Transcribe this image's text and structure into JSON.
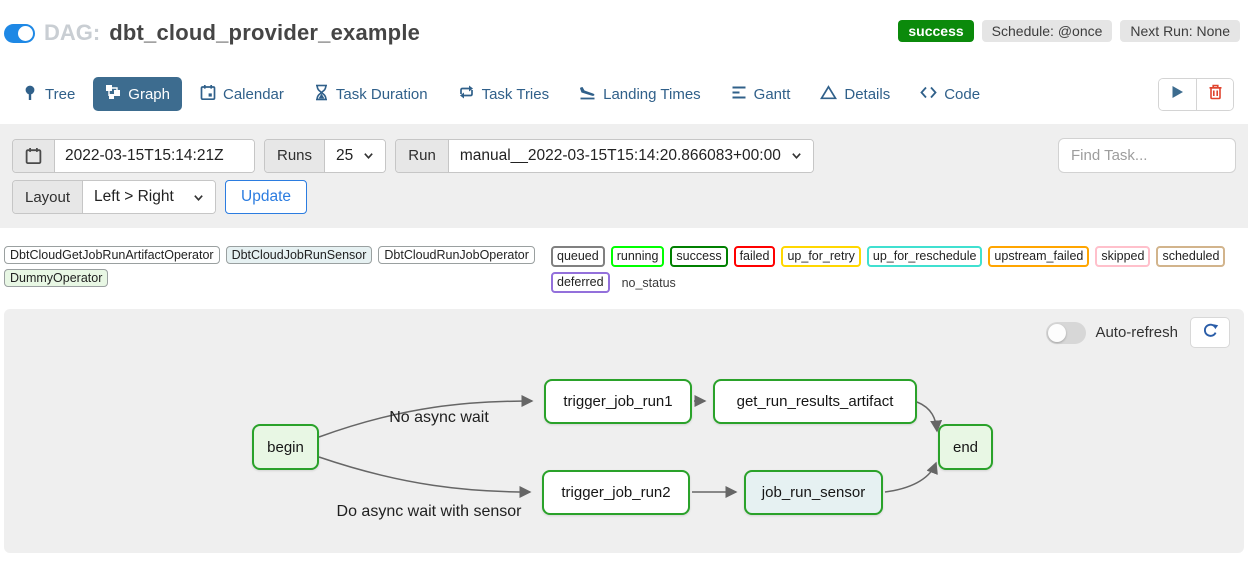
{
  "header": {
    "dag_prefix": "DAG:",
    "dag_title": "dbt_cloud_provider_example",
    "status_badge": "success",
    "schedule_badge": "Schedule: @once",
    "next_run_badge": "Next Run: None"
  },
  "tabs": {
    "items": [
      {
        "label": "Tree",
        "icon": "tree-icon",
        "selected": false
      },
      {
        "label": "Graph",
        "icon": "graph-icon",
        "selected": true
      },
      {
        "label": "Calendar",
        "icon": "calendar-icon",
        "selected": false
      },
      {
        "label": "Task Duration",
        "icon": "hourglass-icon",
        "selected": false
      },
      {
        "label": "Task Tries",
        "icon": "repeat-icon",
        "selected": false
      },
      {
        "label": "Landing Times",
        "icon": "plane-landing-icon",
        "selected": false
      },
      {
        "label": "Gantt",
        "icon": "gantt-bars-icon",
        "selected": false
      },
      {
        "label": "Details",
        "icon": "triangle-icon",
        "selected": false
      },
      {
        "label": "Code",
        "icon": "code-icon",
        "selected": false
      }
    ]
  },
  "filters": {
    "base_date_value": "2022-03-15T15:14:21Z",
    "runs_label": "Runs",
    "runs_value": "25",
    "run_label": "Run",
    "run_value": "manual__2022-03-15T15:14:20.866083+00:00",
    "find_task_placeholder": "Find Task...",
    "layout_label": "Layout",
    "layout_value": "Left > Right",
    "update_label": "Update"
  },
  "legend": {
    "operators": [
      {
        "label": "DbtCloudGetJobRunArtifactOperator",
        "bg": "#ffffff"
      },
      {
        "label": "DbtCloudJobRunSensor",
        "bg": "#e6f1f2"
      },
      {
        "label": "DbtCloudRunJobOperator",
        "bg": "#ffffff"
      },
      {
        "label": "DummyOperator",
        "bg": "#e8f7e4"
      }
    ],
    "statuses": [
      {
        "label": "queued",
        "color": "#808080"
      },
      {
        "label": "running",
        "color": "#00ff00"
      },
      {
        "label": "success",
        "color": "#008000"
      },
      {
        "label": "failed",
        "color": "#ff0000"
      },
      {
        "label": "up_for_retry",
        "color": "#ffd700"
      },
      {
        "label": "up_for_reschedule",
        "color": "#40e0d0"
      },
      {
        "label": "upstream_failed",
        "color": "#ffa500"
      },
      {
        "label": "skipped",
        "color": "#ffc0cb"
      },
      {
        "label": "scheduled",
        "color": "#d2b48c"
      },
      {
        "label": "deferred",
        "color": "#9370db"
      }
    ],
    "no_status_label": "no_status"
  },
  "graph": {
    "auto_refresh_label": "Auto-refresh",
    "nodes": [
      {
        "label": "begin",
        "fill": "#e8f7e4",
        "stroke": "#2aa22a"
      },
      {
        "label": "trigger_job_run1",
        "fill": "#ffffff",
        "stroke": "#2aa22a"
      },
      {
        "label": "get_run_results_artifact",
        "fill": "#ffffff",
        "stroke": "#2aa22a"
      },
      {
        "label": "trigger_job_run2",
        "fill": "#ffffff",
        "stroke": "#2aa22a"
      },
      {
        "label": "job_run_sensor",
        "fill": "#e6f1f2",
        "stroke": "#2aa22a"
      },
      {
        "label": "end",
        "fill": "#e8f7e4",
        "stroke": "#2aa22a"
      }
    ],
    "edge_labels": [
      {
        "label": "No async wait"
      },
      {
        "label": "Do async wait with sensor"
      }
    ]
  },
  "colors": {
    "tab_active_bg": "#3d6c8f",
    "success_badge_bg": "#0b8a0b",
    "toggle_on_blue": "#1e88e5",
    "update_blue": "#2b7ce0",
    "edge_gray": "#666666",
    "trash_red": "#e0432e"
  }
}
